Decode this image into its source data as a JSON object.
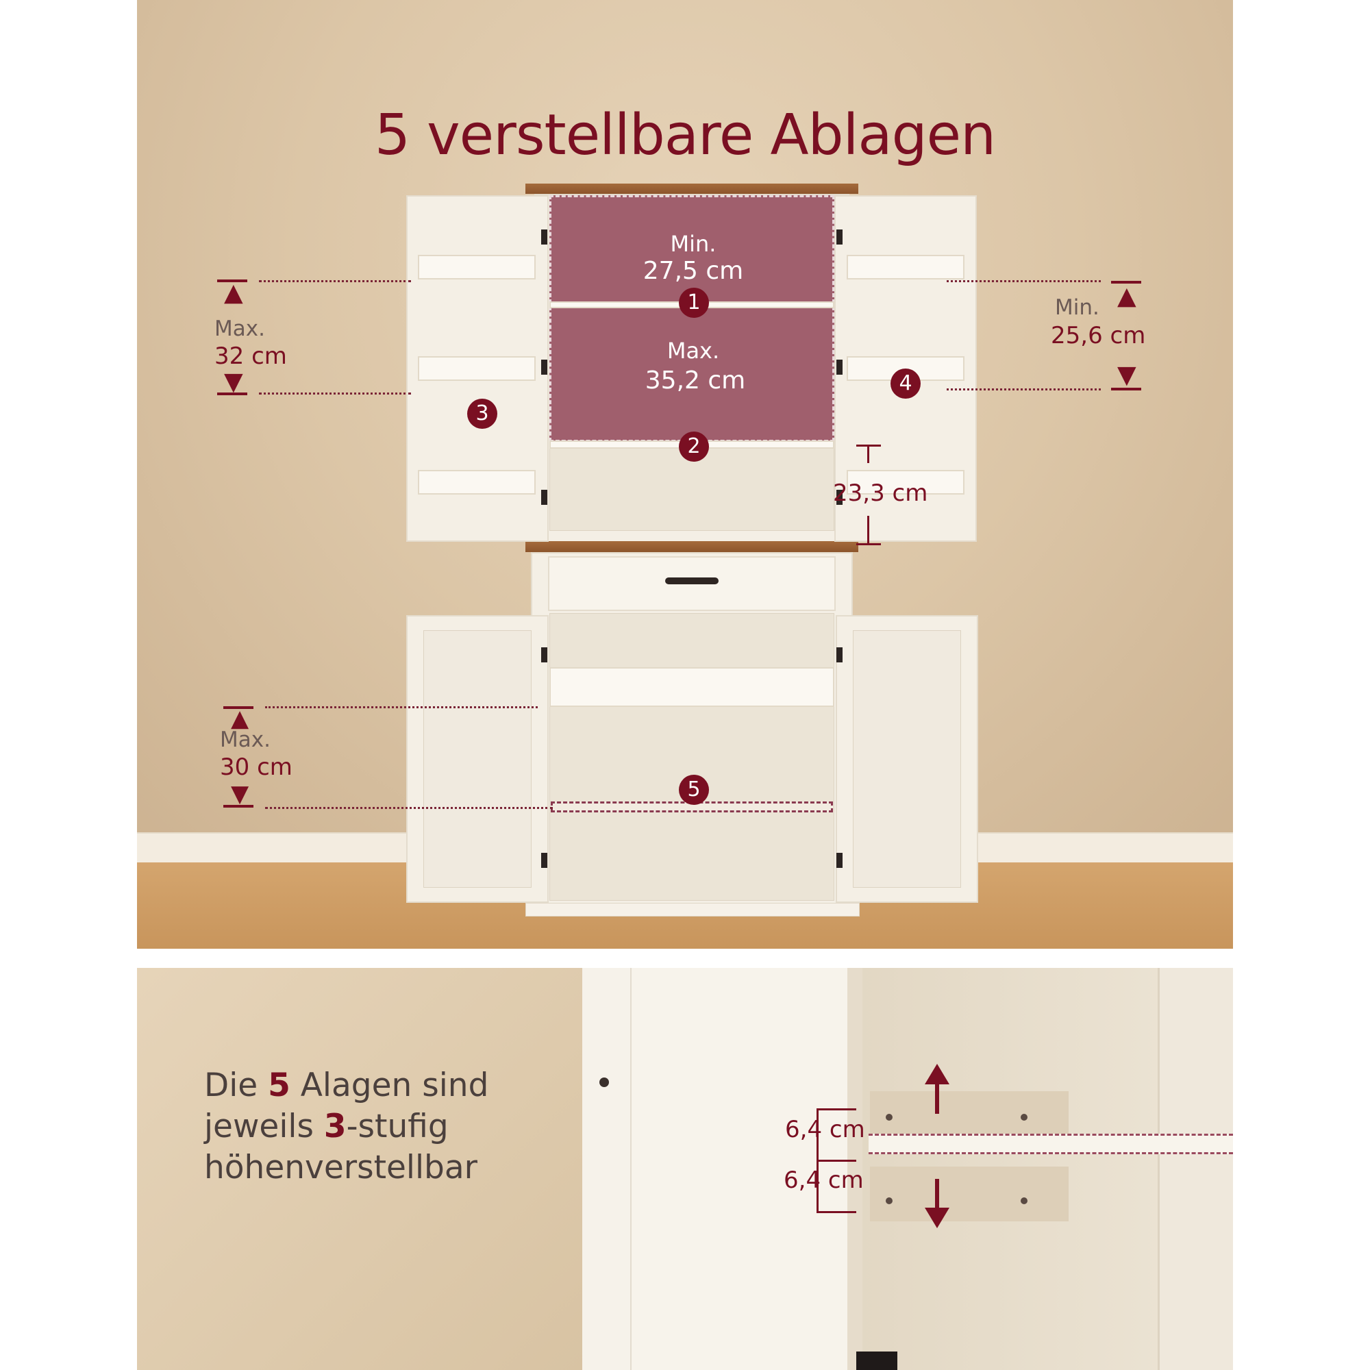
{
  "title": "5 verstellbare Ablagen",
  "zones": {
    "zone1": {
      "prefix": "Min.",
      "value": "27,5 cm"
    },
    "zone2": {
      "prefix": "Max.",
      "value": "35,2 cm"
    }
  },
  "badges": [
    "1",
    "2",
    "3",
    "4",
    "5"
  ],
  "measurements": {
    "left_upper": {
      "prefix": "Max.",
      "value": "32 cm"
    },
    "right_upper": {
      "prefix": "Min.",
      "value": "25,6 cm"
    },
    "center_gap": {
      "value": "23,3 cm"
    },
    "left_lower": {
      "prefix": "Max.",
      "value": "30 cm"
    },
    "step_up": "6,4 cm",
    "step_down": "6,4 cm"
  },
  "description": {
    "line1_a": "Die ",
    "line1_num": "5",
    "line1_b": " Alagen sind",
    "line2_a": "jeweils ",
    "line2_num": "3",
    "line2_b": "-stufig",
    "line3": "höhenverstellbar"
  },
  "colors": {
    "accent": "#7a0f22",
    "text": "#4b403d",
    "wood": "#9c6436",
    "cabinet": "#f4efe5"
  }
}
